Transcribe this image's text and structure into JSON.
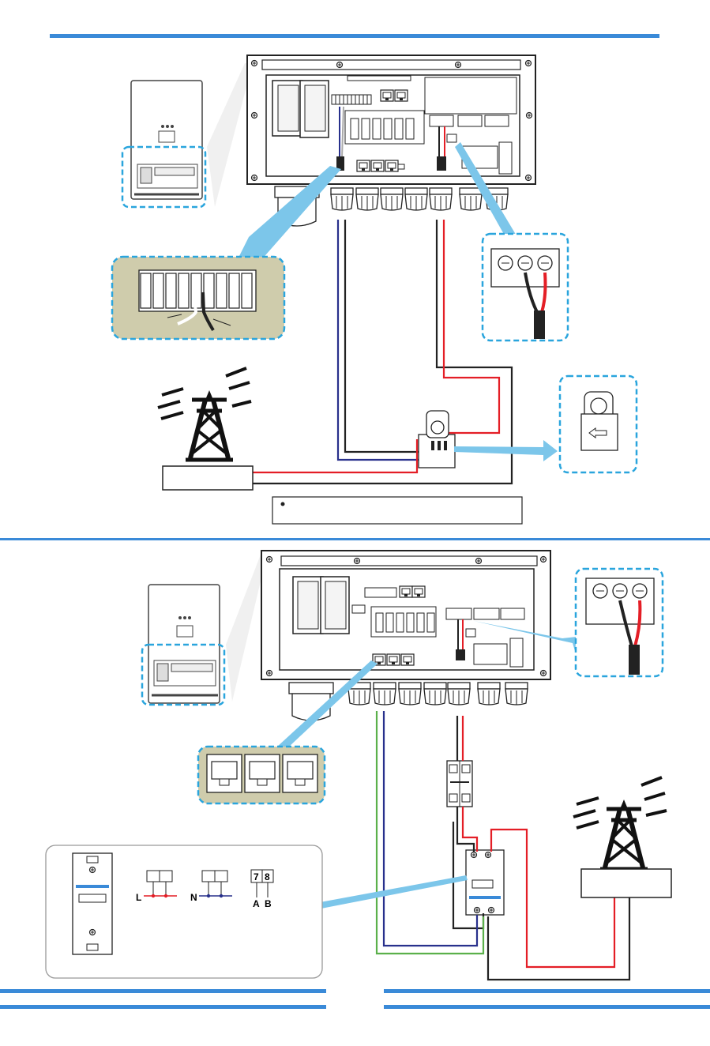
{
  "colors": {
    "accent_blue": "#3a8ad8",
    "callout_dash": "#2aa5dd",
    "arrow_fill": "#7cc6ea",
    "wire_red": "#e41e26",
    "wire_black": "#1a1a1a",
    "wire_navy": "#28308c",
    "wire_green": "#5bb04b",
    "callout_khaki": "#cfccac"
  },
  "icons": [
    "transmission-tower-icon",
    "ct-clamp-icon",
    "inverter-icon",
    "meter-icon",
    "breaker-icon",
    "rj45-port-icon"
  ],
  "meter_labels": {
    "L": "L",
    "N": "N",
    "t7": "7",
    "t8": "8",
    "A": "A",
    "B": "B"
  },
  "note_text": ""
}
